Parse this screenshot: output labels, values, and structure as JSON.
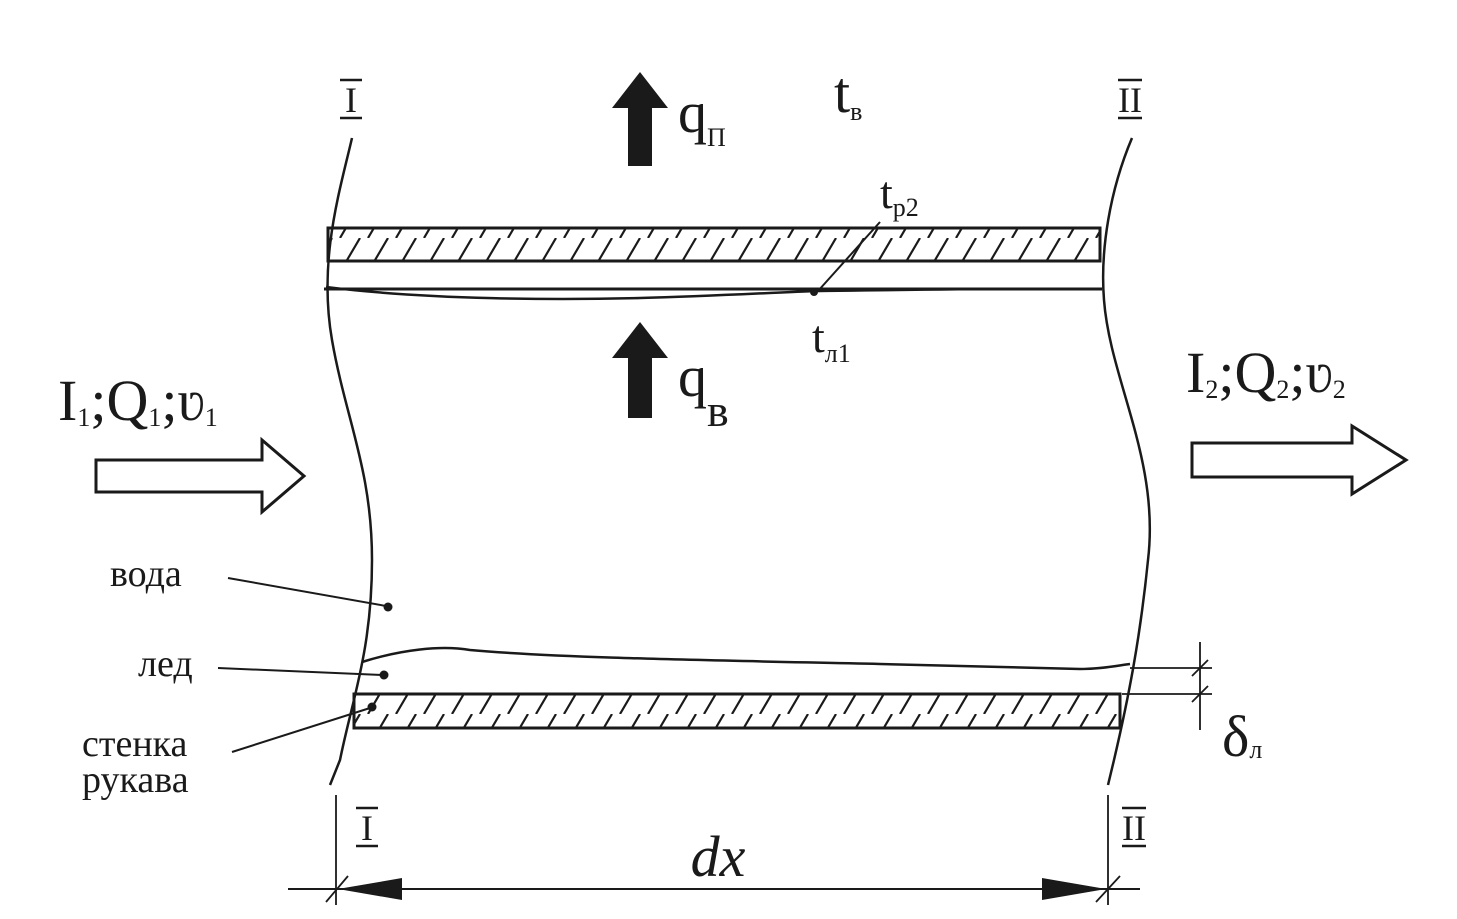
{
  "sections": {
    "left_top": "I",
    "left_bottom": "I",
    "right_top": "II",
    "right_bottom": "II"
  },
  "heat_flux_top": {
    "main": "q",
    "sub": "П"
  },
  "heat_flux_water": {
    "main": "q",
    "sub": "в"
  },
  "air_temp": {
    "main": "t",
    "sub": "в"
  },
  "wall_temp": {
    "main": "t",
    "sub": "р2"
  },
  "ice_temp": {
    "main": "t",
    "sub": "л1"
  },
  "inflow": {
    "a": "I",
    "a_sub": "1",
    "sep": ";",
    "b": "Q",
    "b_sub": "1",
    "c": "ʋ",
    "c_sub": "1"
  },
  "outflow": {
    "a": "I",
    "a_sub": "2",
    "sep": ";",
    "b": "Q",
    "b_sub": "2",
    "c": "ʋ",
    "c_sub": "2"
  },
  "labels": {
    "water": "вода",
    "ice": "лед",
    "wall_line1": "стенка",
    "wall_line2": "рукава"
  },
  "ice_thickness": {
    "main": "δ",
    "sub": "л"
  },
  "length": "dx"
}
